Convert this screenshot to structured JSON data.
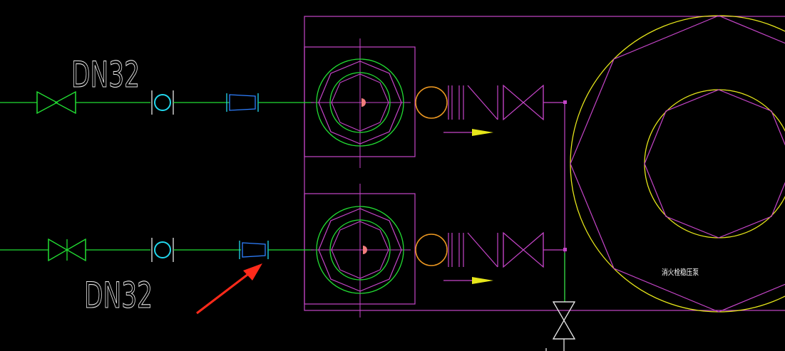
{
  "labels": {
    "top_pipe_size": "DN32",
    "bottom_pipe_size": "DN32",
    "pump_label": "消火栓稳压泵"
  },
  "colors": {
    "background": "#000000",
    "pipe_green": "#22dd33",
    "cyan": "#22d8ee",
    "blue": "#2e7fff",
    "magenta": "#c545c8",
    "yellow": "#e6e61a",
    "orange": "#ee9922",
    "pink": "#f27d7d",
    "white": "#e8e8e8",
    "arrow_red": "#ff2a1a"
  }
}
